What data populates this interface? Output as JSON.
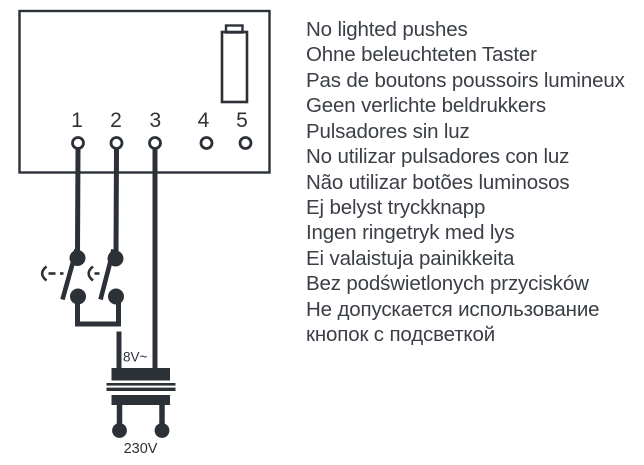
{
  "diagram": {
    "terminals": {
      "labels": [
        "1",
        "2",
        "3",
        "4",
        "5"
      ]
    },
    "labels": {
      "secondary_voltage": "8V~",
      "mains_voltage": "230V"
    },
    "icons": [
      "battery-icon",
      "push-button-icon",
      "transformer-icon",
      "mains-plug-icon"
    ]
  },
  "instructions": {
    "lines": [
      "No lighted pushes",
      "Ohne beleuchteten Taster",
      "Pas de boutons poussoirs lumineux",
      "Geen verlichte beldrukkers",
      "Pulsadores sin luz",
      "No utilizar pulsadores con luz",
      "Não utilizar botões luminosos",
      "Ej belyst tryckknapp",
      "Ingen ringetryk med lys",
      "Ei valaistuja painikkeita",
      "Bez podświetlonych przycisków",
      "Не допускается использование",
      "кнопок с подсветкой"
    ]
  },
  "colors": {
    "ink": "#2c3037",
    "text": "#3a3e45",
    "background": "#ffffff"
  }
}
